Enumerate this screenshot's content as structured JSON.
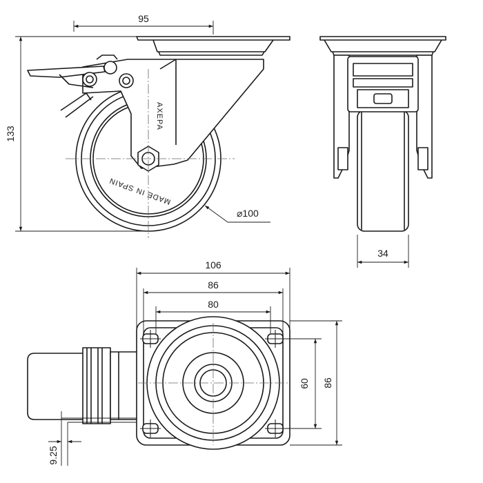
{
  "drawing": {
    "dimensions": {
      "swivel_offset": "95",
      "total_height": "133",
      "wheel_diameter": "⌀100",
      "wheel_width": "34",
      "plate_length": "106",
      "hole_spacing_length_outer": "86",
      "hole_spacing_length_inner": "80",
      "hole_spacing_width": "60",
      "plate_width": "86",
      "hole_diameter": "9.25"
    },
    "embossed_text": {
      "brand": "AXEPA",
      "origin": "MADE IN SPAIN"
    }
  }
}
